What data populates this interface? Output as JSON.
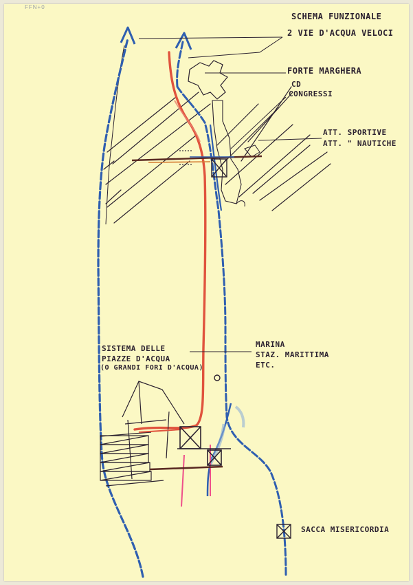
{
  "page": {
    "corner_scribble": "FFN+0"
  },
  "labels": {
    "title": "Schema funzionale",
    "fast_water": "2 vie d'acqua veloci",
    "forte": "Forte Marghera",
    "congress_1": "CD",
    "congress_2": "Congressi",
    "sport_1": "Att. sportive",
    "sport_2": "Att. \" nautiche",
    "squares_1": "Sistema delle",
    "squares_2": "piazze d'acqua",
    "squares_3": "(o grandi fori d'acqua)",
    "marina_1": "Marina",
    "marina_2": "Staz. marittima",
    "marina_3": "etc.",
    "sacca": "Sacca Misericordia"
  },
  "colors": {
    "paper": "#fbf8c4",
    "ink_blue": "#2f5fb0",
    "ink_red": "#e0533d",
    "ink_pink": "#ee4f8a",
    "ink_dark": "#2c2230",
    "ink_brown": "#5a2a22"
  }
}
